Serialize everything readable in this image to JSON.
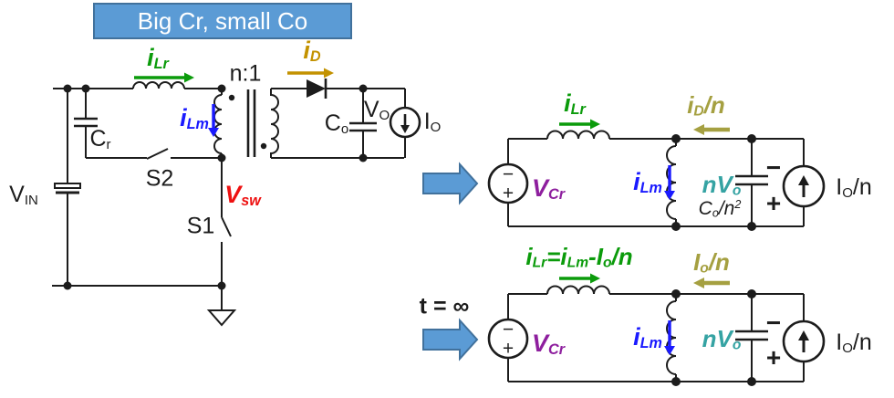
{
  "colors": {
    "bg": "#ffffff",
    "ink": "#1c1c1c",
    "green": "#0b9b0b",
    "blue": "#1a1aff",
    "gold": "#c39200",
    "olive": "#a5a041",
    "red": "#ee1111",
    "purple": "#8e1f9e",
    "teal": "#35a3a3",
    "banner-fill": "#5b9bd5",
    "banner-border": "#41719c"
  },
  "banner": {
    "title": "Big Cr, small Co"
  },
  "left_circuit": {
    "labels": {
      "i_lr": [
        [
          "i",
          "n"
        ],
        [
          "Lr",
          "s"
        ]
      ],
      "n_ratio": "n:1",
      "i_d": [
        [
          "i",
          "n"
        ],
        [
          "D",
          "s"
        ]
      ],
      "i_lm": [
        [
          "i",
          "n"
        ],
        [
          "Lm",
          "s"
        ]
      ],
      "c_r": [
        [
          "C",
          "n"
        ],
        [
          "r",
          "s"
        ]
      ],
      "s2": "S2",
      "s1": "S1",
      "v_sw": [
        [
          "V",
          "n"
        ],
        [
          "sw",
          "s"
        ]
      ],
      "v_in": [
        [
          "V",
          "n"
        ],
        [
          "IN",
          "s"
        ]
      ],
      "c_o": [
        [
          "C",
          "n"
        ],
        [
          "o",
          "s"
        ]
      ],
      "v_o": [
        [
          "V",
          "n"
        ],
        [
          "O",
          "s"
        ]
      ],
      "i_o": [
        [
          "I",
          "n"
        ],
        [
          "O",
          "s"
        ]
      ]
    }
  },
  "equiv_circuit_1": {
    "labels": {
      "i_lr": [
        [
          "i",
          "n"
        ],
        [
          "Lr",
          "s"
        ]
      ],
      "i_d_n": [
        [
          "i",
          "n"
        ],
        [
          "D",
          "s"
        ],
        [
          "/n",
          "n"
        ]
      ],
      "v_cr": [
        [
          "V",
          "n"
        ],
        [
          "Cr",
          "s"
        ]
      ],
      "i_lm": [
        [
          "i",
          "n"
        ],
        [
          "Lm",
          "s"
        ]
      ],
      "n_v_o": [
        [
          "nV",
          "n"
        ],
        [
          "o",
          "s"
        ]
      ],
      "c_o_n2": [
        [
          "C",
          "n"
        ],
        [
          "o",
          "s"
        ],
        [
          "/n",
          "n"
        ],
        [
          "2",
          "p"
        ]
      ],
      "cap_minus": "−",
      "cap_plus": "+",
      "source_minus": "−",
      "source_plus": "+",
      "i_o_n": [
        [
          "I",
          "n"
        ],
        [
          "O",
          "s"
        ],
        [
          "/n",
          "n"
        ]
      ]
    }
  },
  "equiv_circuit_2": {
    "t_label": "t = ∞",
    "labels": {
      "i_lr_eq": [
        [
          "i",
          "n"
        ],
        [
          "Lr",
          "s"
        ],
        [
          "=i",
          "n"
        ],
        [
          "Lm",
          "s"
        ],
        [
          "-I",
          "n"
        ],
        [
          "o",
          "s"
        ],
        [
          "/n",
          "n"
        ]
      ],
      "i_o_n_top": [
        [
          "I",
          "n"
        ],
        [
          "o",
          "s"
        ],
        [
          "/n",
          "n"
        ]
      ],
      "v_cr": [
        [
          "V",
          "n"
        ],
        [
          "Cr",
          "s"
        ]
      ],
      "i_lm": [
        [
          "i",
          "n"
        ],
        [
          "Lm",
          "s"
        ]
      ],
      "n_v_o": [
        [
          "nV",
          "n"
        ],
        [
          "o",
          "s"
        ]
      ],
      "cap_minus": "−",
      "cap_plus": "+",
      "source_minus": "−",
      "source_plus": "+",
      "i_o_n": [
        [
          "I",
          "n"
        ],
        [
          "O",
          "s"
        ],
        [
          "/n",
          "n"
        ]
      ]
    }
  }
}
